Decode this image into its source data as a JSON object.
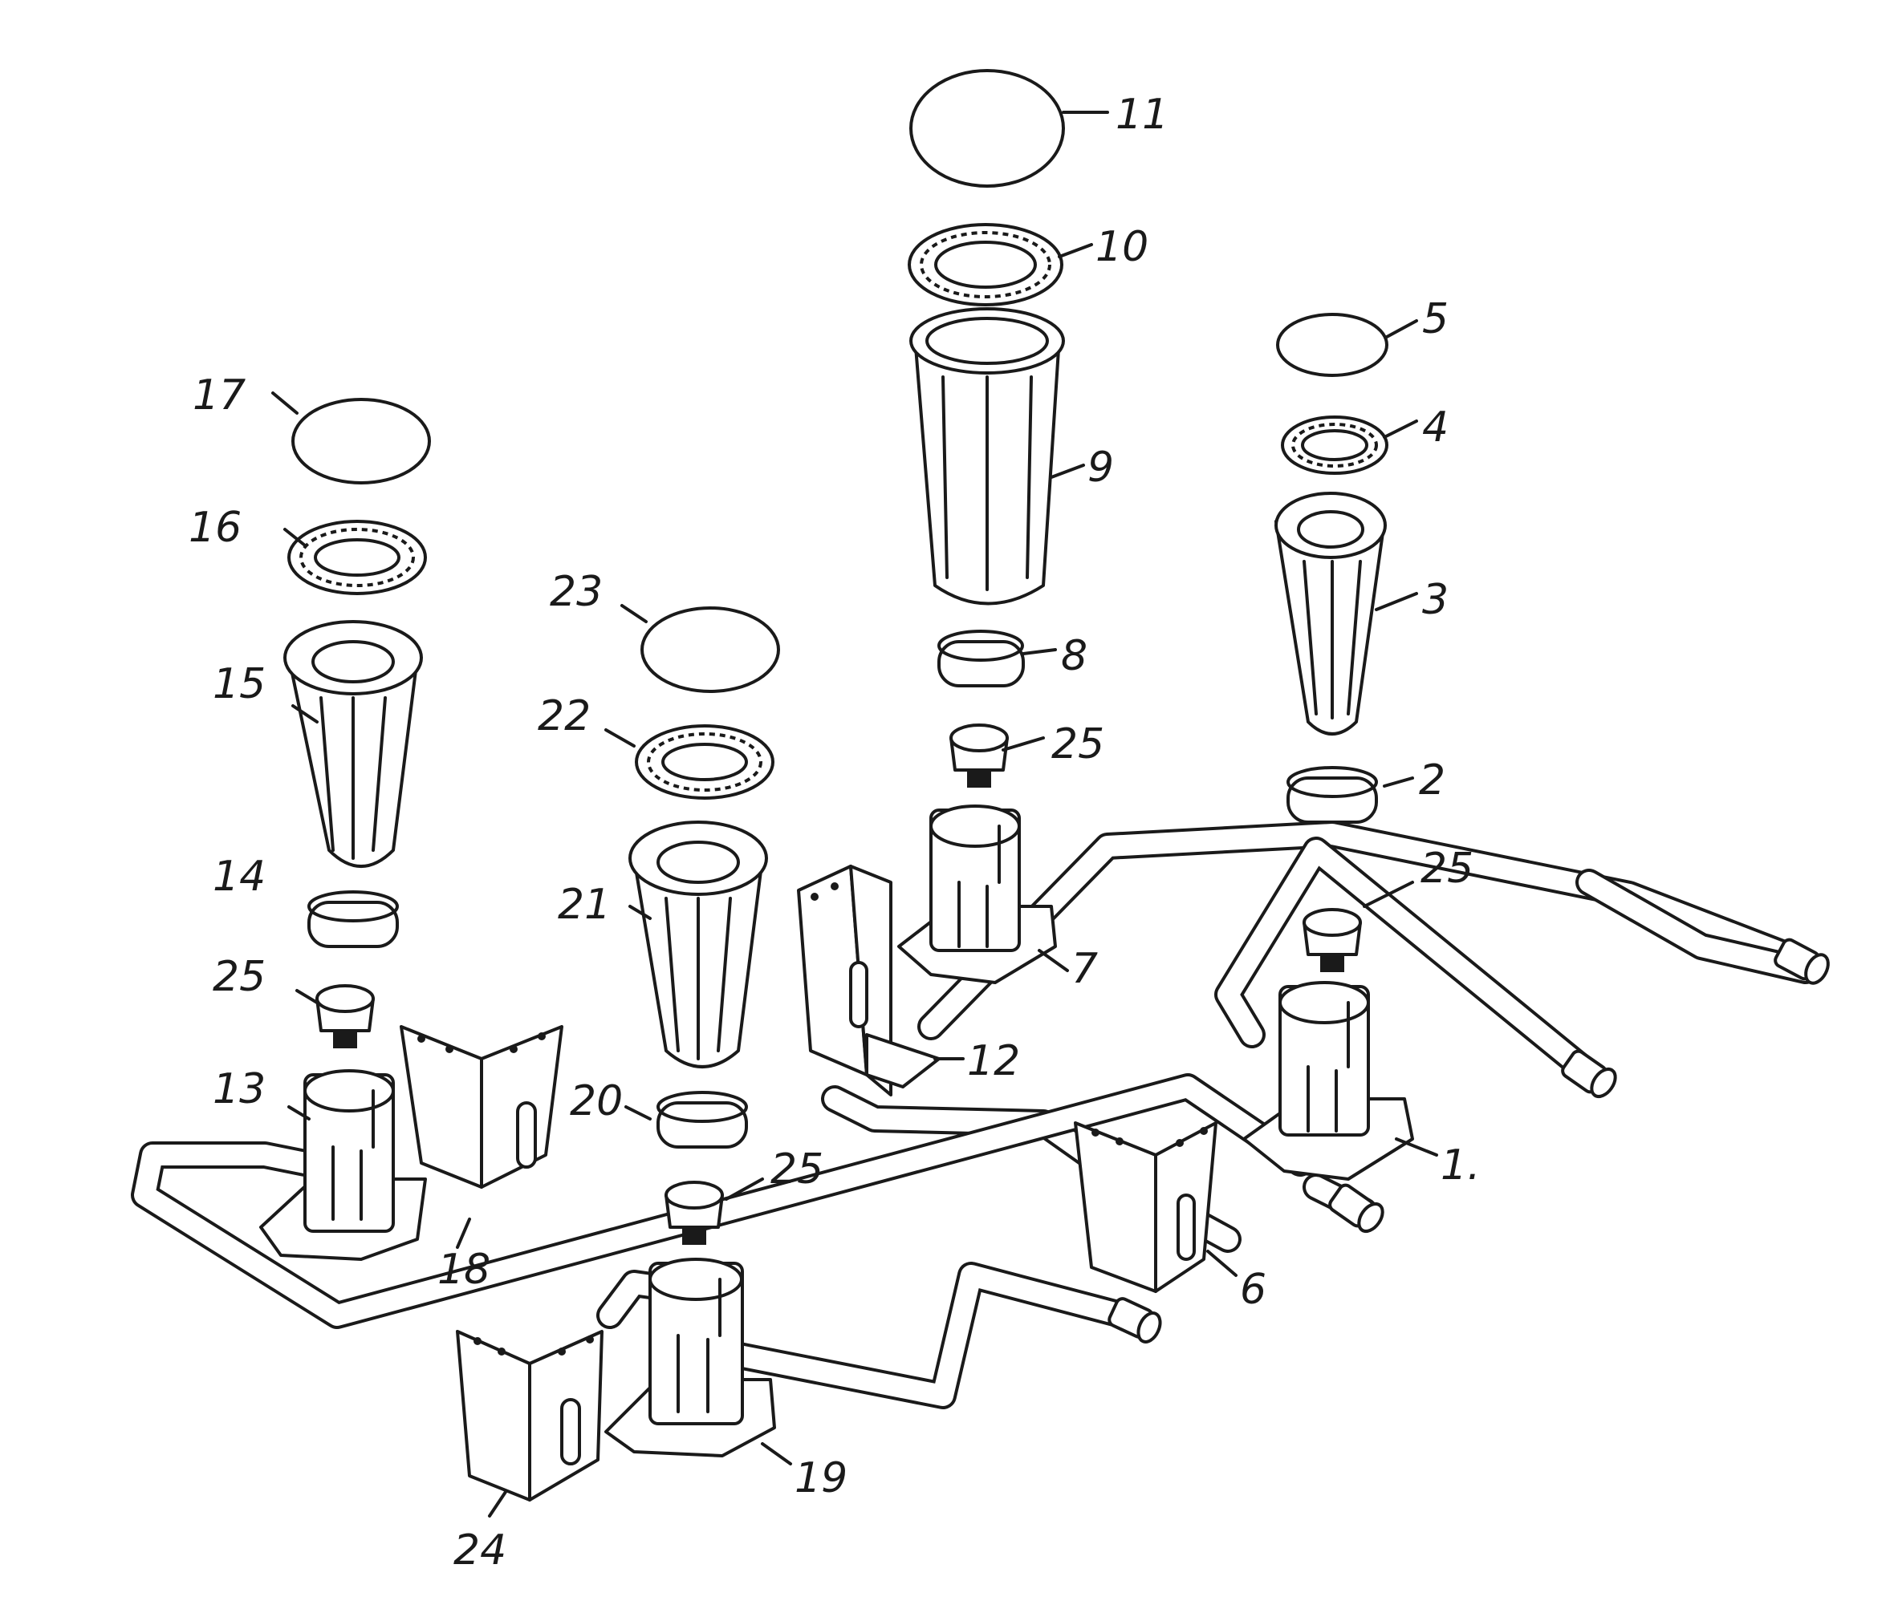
{
  "figure": {
    "labels": [
      {
        "id": "n1",
        "text": "1."
      },
      {
        "id": "n2",
        "text": "2"
      },
      {
        "id": "n3",
        "text": "3"
      },
      {
        "id": "n4",
        "text": "4"
      },
      {
        "id": "n5",
        "text": "5"
      },
      {
        "id": "n6",
        "text": "6"
      },
      {
        "id": "n7",
        "text": "7"
      },
      {
        "id": "n8",
        "text": "8"
      },
      {
        "id": "n9",
        "text": "9"
      },
      {
        "id": "n10",
        "text": "10"
      },
      {
        "id": "n11",
        "text": "11"
      },
      {
        "id": "n12",
        "text": "12"
      },
      {
        "id": "n13",
        "text": "13"
      },
      {
        "id": "n14",
        "text": "14"
      },
      {
        "id": "n15",
        "text": "15"
      },
      {
        "id": "n16",
        "text": "16"
      },
      {
        "id": "n17",
        "text": "17"
      },
      {
        "id": "n18",
        "text": "18"
      },
      {
        "id": "n19",
        "text": "19"
      },
      {
        "id": "n20",
        "text": "20"
      },
      {
        "id": "n21",
        "text": "21"
      },
      {
        "id": "n22",
        "text": "22"
      },
      {
        "id": "n23",
        "text": "23"
      },
      {
        "id": "n24",
        "text": "24"
      },
      {
        "id": "n25a",
        "text": "25"
      },
      {
        "id": "n25b",
        "text": "25"
      },
      {
        "id": "n25c",
        "text": "25"
      },
      {
        "id": "n25d",
        "text": "25"
      }
    ]
  }
}
